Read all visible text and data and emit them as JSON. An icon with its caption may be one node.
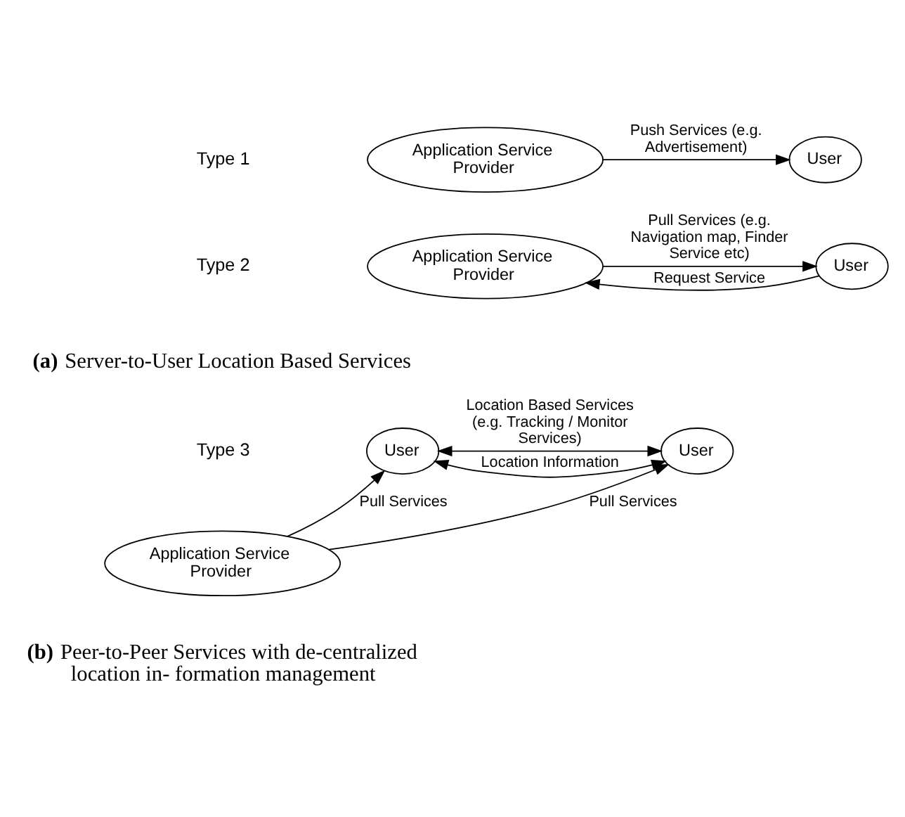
{
  "diagram": {
    "nodes": [
      {
        "text": [
          "Application Service Provider"
        ]
      },
      {
        "text": [
          "User"
        ]
      },
      {
        "text": [
          "Application Service Provider"
        ]
      },
      {
        "text": [
          "User"
        ]
      },
      {
        "text": [
          "User"
        ]
      },
      {
        "text": [
          "User"
        ]
      },
      {
        "text": [
          "Application Service Provider"
        ]
      }
    ],
    "edges": [
      {
        "from": 0,
        "to": 1,
        "arrow": "to",
        "label": "Push Services (e.g. Advertisement)"
      },
      {
        "from": 3,
        "to": 2,
        "arrow": "to",
        "label": "Request Service"
      },
      {
        "from": 2,
        "to": 3,
        "arrow": "to",
        "label": "Pull Services (e.g. Navigation map, Finder Service etc)"
      },
      {
        "from": 4,
        "to": 5,
        "arrow": "both",
        "label": "Location Information"
      },
      {
        "from": 4,
        "to": 5,
        "arrow": "both",
        "label": "Location Based Services (e.g. Tracking / Monitor Services)"
      },
      {
        "from": 6,
        "to": 4,
        "arrow": "to",
        "label": "Pull Services"
      },
      {
        "from": 6,
        "to": 5,
        "arrow": "to",
        "label": "Pull Services"
      }
    ],
    "labels": [
      "Type 1",
      "Type 2",
      "**(a)** Server-to-User Location Based Services",
      "Type 3",
      "**(b)** Peer-to-Peer Services with de-centralized location in- formation management"
    ]
  }
}
